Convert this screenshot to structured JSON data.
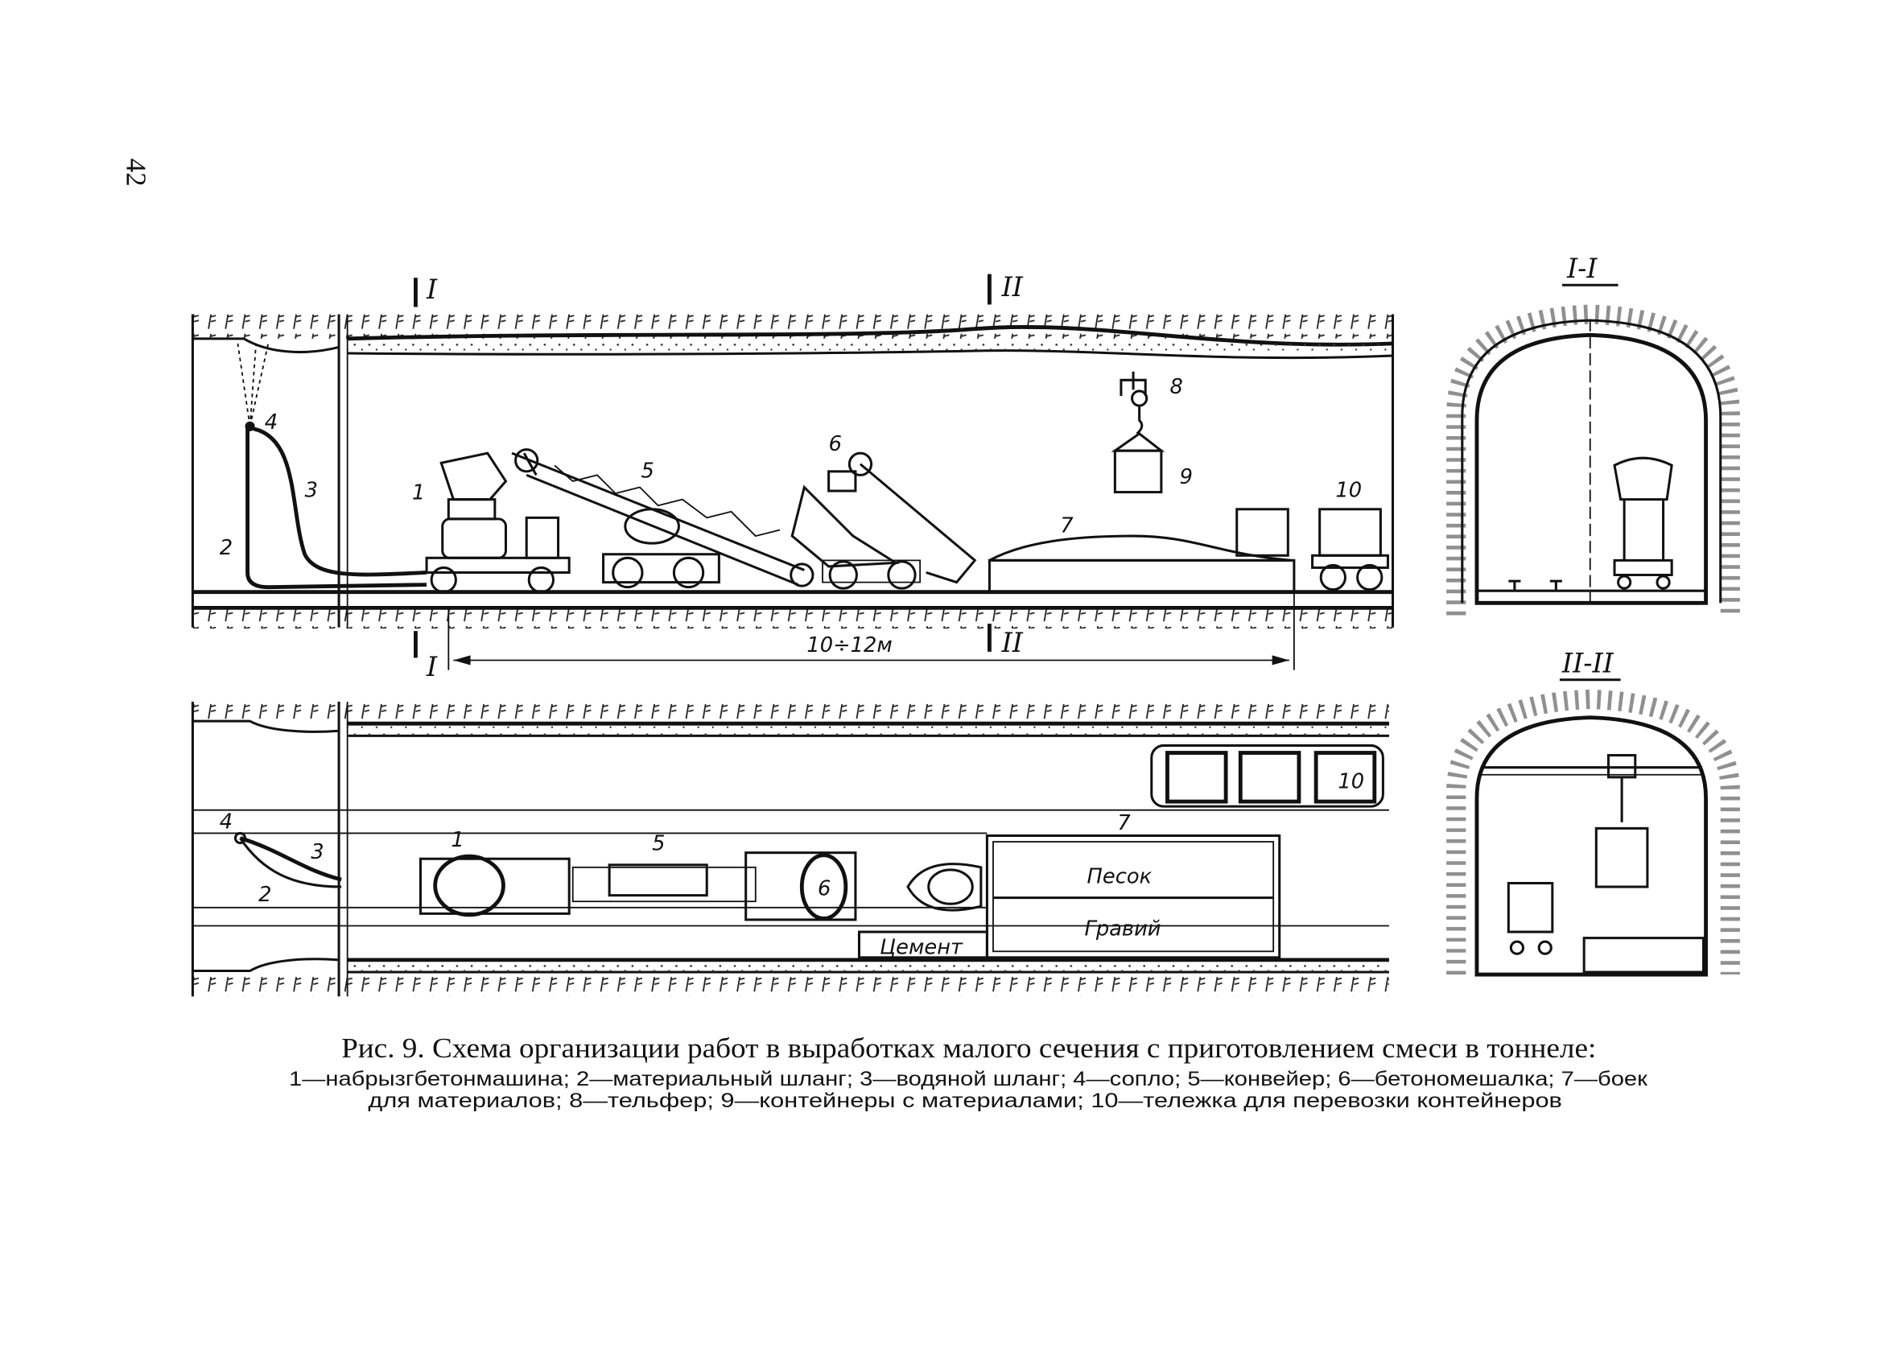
{
  "page_number": "42",
  "side_view": {
    "section_marks": {
      "section_1": "I",
      "section_2": "II"
    },
    "dimension": "10÷12м",
    "callouts": [
      "1",
      "2",
      "3",
      "4",
      "5",
      "6",
      "7",
      "8",
      "9",
      "10"
    ]
  },
  "cross_sections": {
    "section_1_title": "I-I",
    "section_2_title": "II-II"
  },
  "plan_view": {
    "callouts": [
      "1",
      "2",
      "3",
      "4",
      "5",
      "6",
      "7",
      "10"
    ],
    "bin_sand": "Песок",
    "bin_gravel": "Гравий",
    "bin_cement": "Цемент"
  },
  "caption": {
    "title": "Рис. 9. Схема организации работ в выработках малого сечения с приготовлением смеси в тоннеле:",
    "legend_line_1": "1—набрызгбетонмашина; 2—материальный шланг; 3—водяной шланг; 4—сопло; 5—конвейер; 6—бетономешалка; 7—боек",
    "legend_line_2": "для материалов; 8—тельфер; 9—контейнеры с материалами; 10—тележка для перевозки контейнеров"
  }
}
